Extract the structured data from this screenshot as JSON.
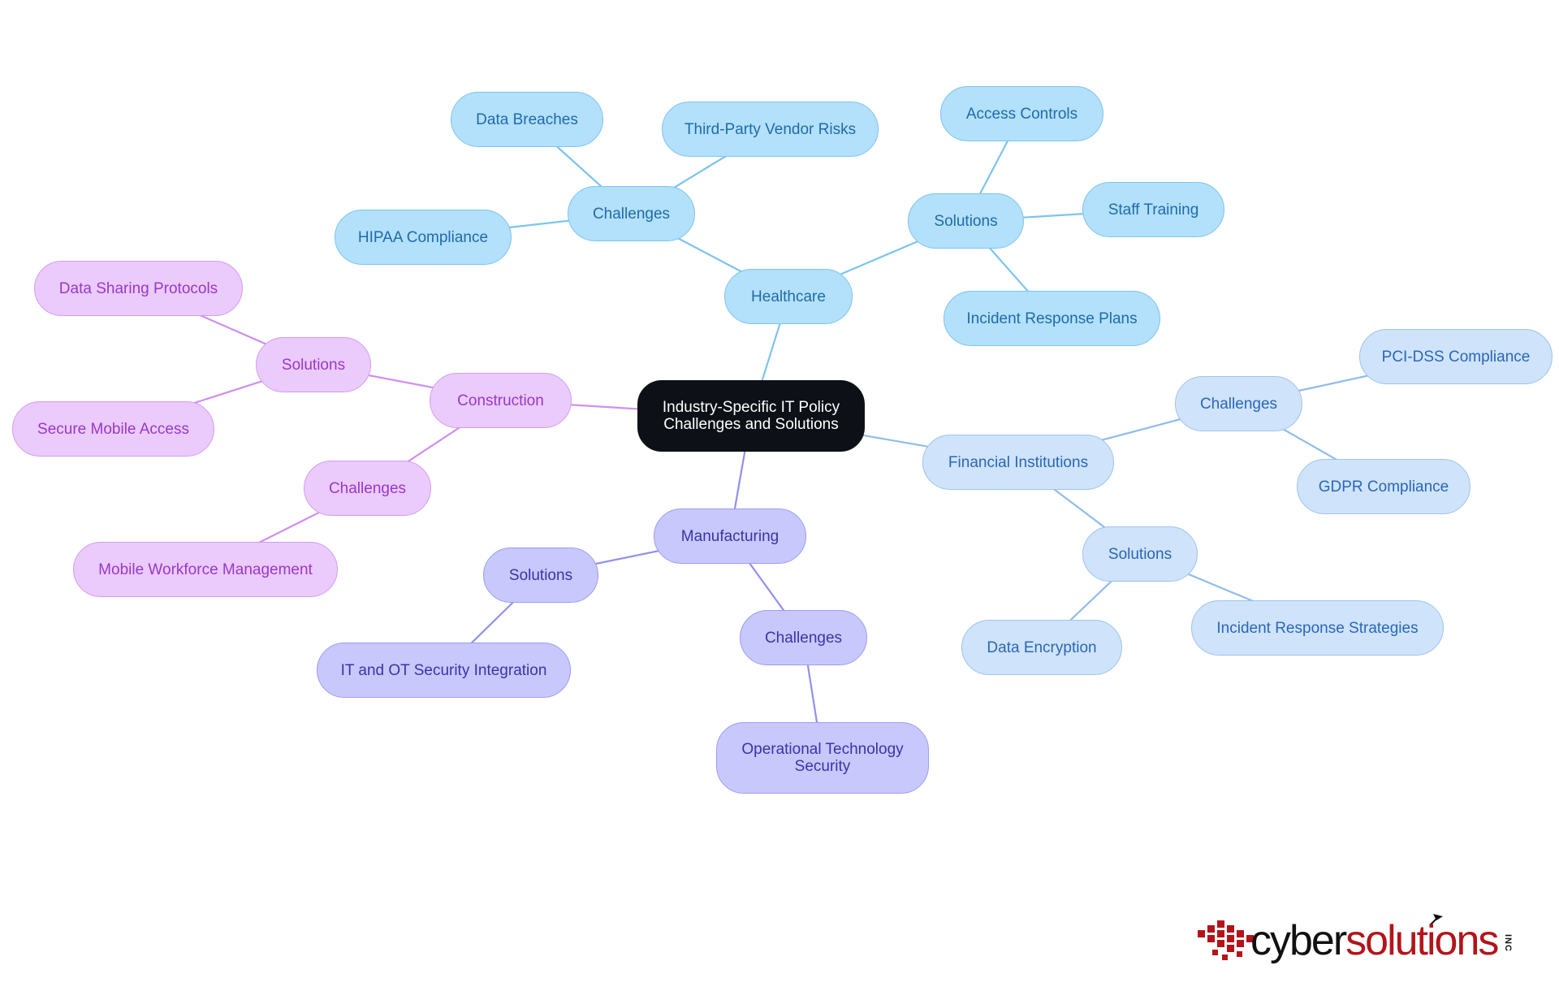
{
  "diagram": {
    "root": "Industry-Specific IT Policy\nChallenges and Solutions",
    "colors": {
      "healthcare": "#b3e0fb",
      "financial": "#cfe3fa",
      "manufacturing": "#c8c8fd",
      "construction": "#eacbfb",
      "root": "#0d1117"
    },
    "branches": {
      "healthcare": {
        "label": "Healthcare",
        "challenges": {
          "label": "Challenges",
          "items": [
            "Data Breaches",
            "Third-Party Vendor Risks",
            "HIPAA Compliance"
          ]
        },
        "solutions": {
          "label": "Solutions",
          "items": [
            "Access Controls",
            "Staff Training",
            "Incident Response Plans"
          ]
        }
      },
      "financial": {
        "label": "Financial Institutions",
        "challenges": {
          "label": "Challenges",
          "items": [
            "PCI-DSS Compliance",
            "GDPR Compliance"
          ]
        },
        "solutions": {
          "label": "Solutions",
          "items": [
            "Data Encryption",
            "Incident Response Strategies"
          ]
        }
      },
      "manufacturing": {
        "label": "Manufacturing",
        "solutions": {
          "label": "Solutions",
          "items": [
            "IT and OT Security Integration"
          ]
        },
        "challenges": {
          "label": "Challenges",
          "items": [
            "Operational Technology\nSecurity"
          ]
        }
      },
      "construction": {
        "label": "Construction",
        "solutions": {
          "label": "Solutions",
          "items": [
            "Data Sharing Protocols",
            "Secure Mobile Access"
          ]
        },
        "challenges": {
          "label": "Challenges",
          "items": [
            "Mobile Workforce Management"
          ]
        }
      }
    }
  },
  "logo": {
    "part1": "cyber",
    "part2": "solutions",
    "suffix": "INC",
    "icon": "red-pixel-cube-icon"
  }
}
